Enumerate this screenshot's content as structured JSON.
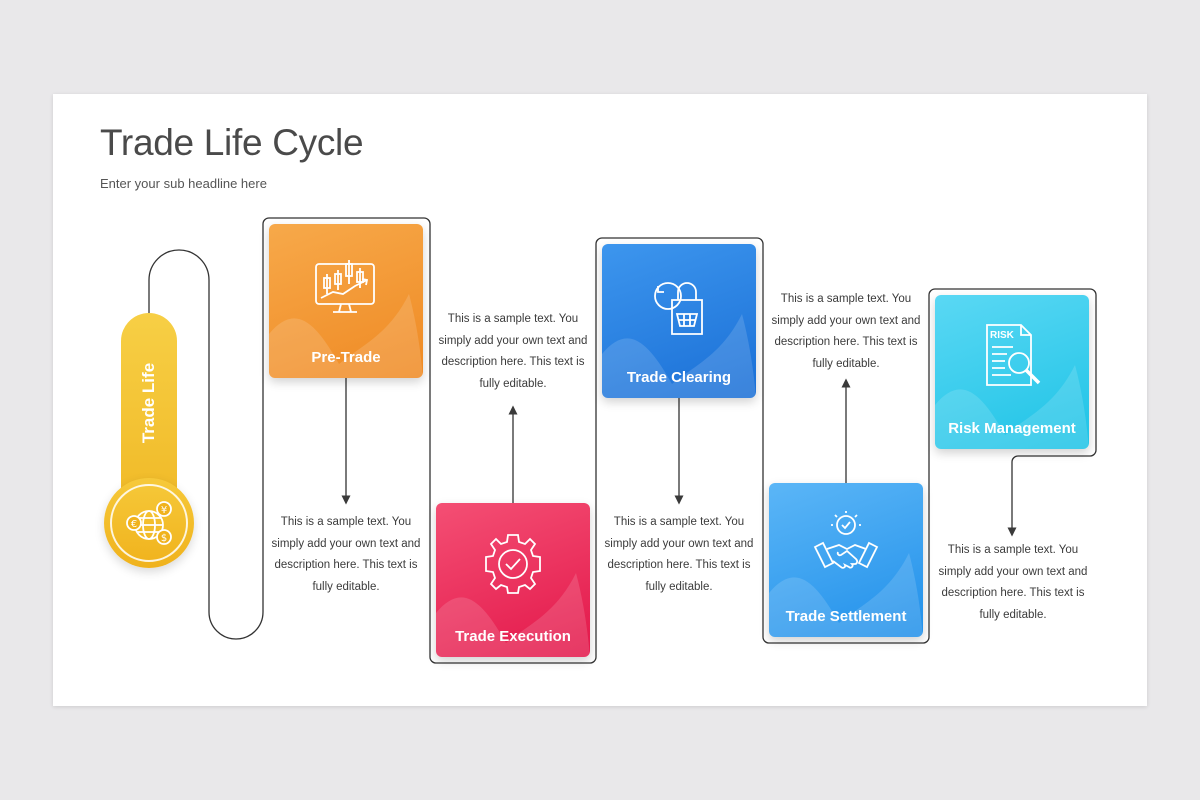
{
  "header": {
    "title": "Trade Life Cycle",
    "subtitle": "Enter your sub headline here"
  },
  "start": {
    "label": "Trade Life",
    "icon": "currency-globe-icon"
  },
  "steps": [
    {
      "label": "Pre-Trade",
      "icon": "candlestick-monitor-icon",
      "color": "#f09330",
      "description": "This is a sample text. You simply add your own text and description here. This text is fully editable."
    },
    {
      "label": "Trade Execution",
      "icon": "gear-check-icon",
      "color": "#ea2755",
      "description": "This is a sample text. You simply add your own text and description here. This text is fully editable."
    },
    {
      "label": "Trade Clearing",
      "icon": "shopping-bag-refresh-icon",
      "color": "#2680e0",
      "description": "This is a sample text. You simply add your own text and description here. This text is fully editable."
    },
    {
      "label": "Trade Settlement",
      "icon": "handshake-check-icon",
      "color": "#3aa0f0",
      "description": "This is a sample text. You simply add your own text and description here. This text is fully editable."
    },
    {
      "label": "Risk Management",
      "icon": "risk-document-search-icon",
      "color": "#33cdec",
      "description": "This is a sample text. You simply add your own text and description here. This text is fully editable."
    }
  ],
  "risk_icon_text": "RISK"
}
